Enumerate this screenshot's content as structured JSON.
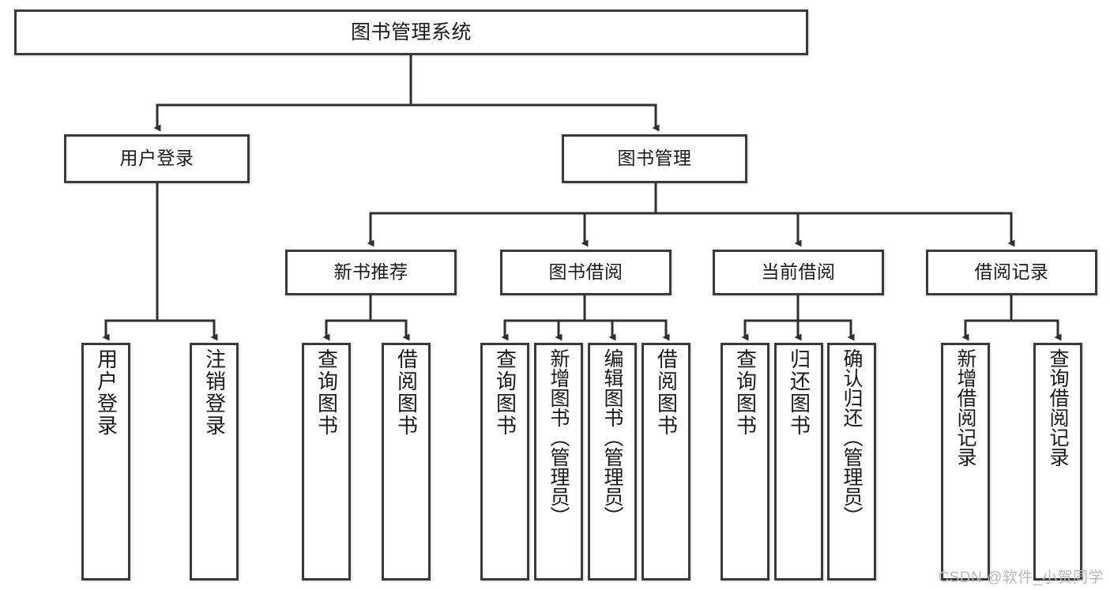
{
  "diagram": {
    "type": "tree-hierarchy",
    "title": "图书管理系统",
    "root": {
      "id": "root",
      "label": "图书管理系统"
    },
    "level2": [
      {
        "id": "user-login",
        "label": "用户登录"
      },
      {
        "id": "book-manage",
        "label": "图书管理"
      }
    ],
    "level3": [
      {
        "id": "new-book-rec",
        "label": "新书推荐",
        "parent": "book-manage"
      },
      {
        "id": "book-borrow",
        "label": "图书借阅",
        "parent": "book-manage"
      },
      {
        "id": "current-borrow",
        "label": "当前借阅",
        "parent": "book-manage"
      },
      {
        "id": "borrow-record",
        "label": "借阅记录",
        "parent": "book-manage"
      }
    ],
    "leaves": [
      {
        "id": "leaf-user-login",
        "label": "用户登录",
        "parent": "user-login"
      },
      {
        "id": "leaf-logout",
        "label": "注销登录",
        "parent": "user-login"
      },
      {
        "id": "leaf-query-book-1",
        "label": "查询图书",
        "parent": "new-book-rec"
      },
      {
        "id": "leaf-borrow-book-1",
        "label": "借阅图书",
        "parent": "new-book-rec"
      },
      {
        "id": "leaf-query-book-2",
        "label": "查询图书",
        "parent": "book-borrow"
      },
      {
        "id": "leaf-add-book",
        "label": "新增图书（管理员）",
        "parent": "book-borrow"
      },
      {
        "id": "leaf-edit-book",
        "label": "编辑图书（管理员）",
        "parent": "book-borrow"
      },
      {
        "id": "leaf-borrow-book-2",
        "label": "借阅图书",
        "parent": "book-borrow"
      },
      {
        "id": "leaf-query-book-3",
        "label": "查询图书",
        "parent": "current-borrow"
      },
      {
        "id": "leaf-return-book",
        "label": "归还图书",
        "parent": "current-borrow"
      },
      {
        "id": "leaf-confirm-return",
        "label": "确认归还（管理员）",
        "parent": "current-borrow"
      },
      {
        "id": "leaf-add-record",
        "label": "新增借阅记录",
        "parent": "borrow-record"
      },
      {
        "id": "leaf-query-record",
        "label": "查询借阅记录",
        "parent": "borrow-record"
      }
    ],
    "colors": {
      "border": "#3a3a3a",
      "background": "#ffffff",
      "text": "#1a1a1a",
      "watermark": "#b9b9b9"
    }
  },
  "watermark": {
    "text": "CSDN @软件_小贺同学"
  }
}
